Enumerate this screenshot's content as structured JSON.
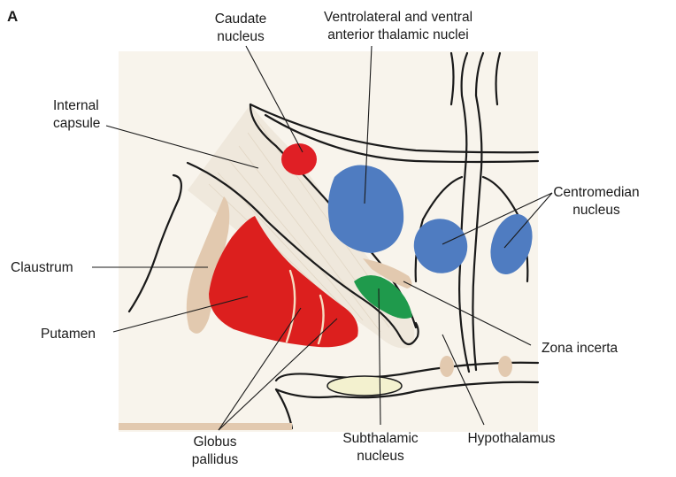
{
  "figure": {
    "panel_letter": "A",
    "colors": {
      "background": "#f8f4ec",
      "putamen": "#dc1f1e",
      "caudate": "#e01f25",
      "thalamic": "#4f7cc1",
      "subthalamic": "#1f9a4c",
      "tan": "#e2c9af",
      "fibers": "#efe8dc",
      "optic": "#f3f1cf"
    },
    "labels": {
      "caudate": [
        "Caudate",
        "nucleus"
      ],
      "ventrolateral": [
        "Ventrolateral and ventral",
        "anterior thalamic nuclei"
      ],
      "internal_capsule": [
        "Internal",
        "capsule"
      ],
      "centromedian": [
        "Centromedian",
        "nucleus"
      ],
      "claustrum": "Claustrum",
      "putamen": "Putamen",
      "zona_incerta": "Zona incerta",
      "globus_pallidus": [
        "Globus",
        "pallidus"
      ],
      "subthalamic": [
        "Subthalamic",
        "nucleus"
      ],
      "hypothalamus": "Hypothalamus"
    }
  }
}
